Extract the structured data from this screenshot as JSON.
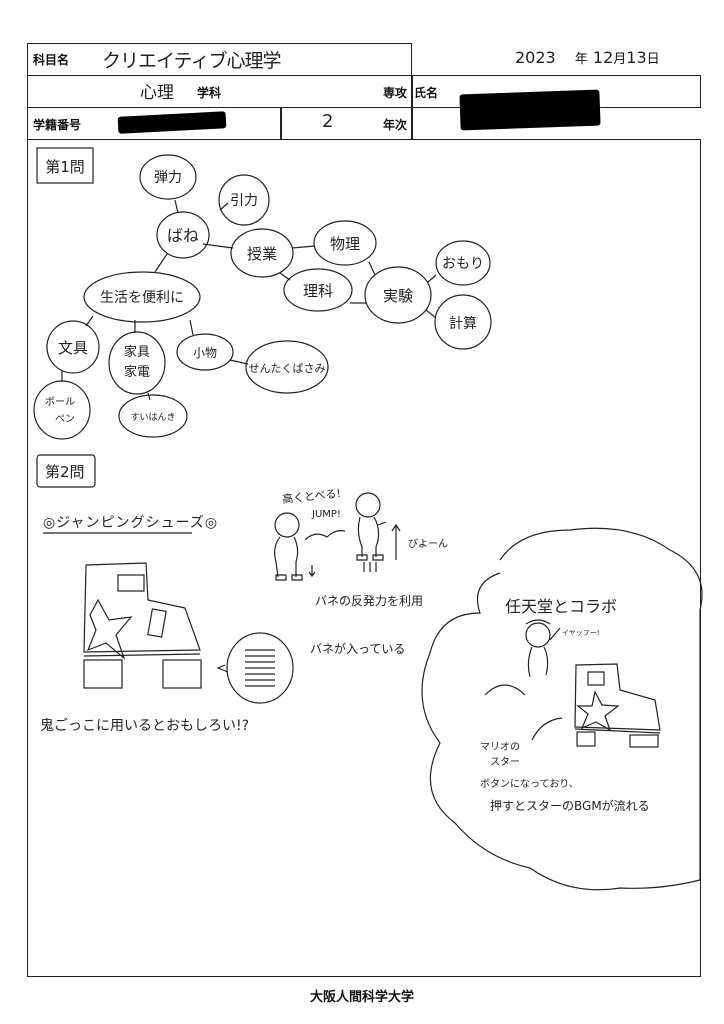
{
  "header": {
    "subject_label": "科目名",
    "subject_value": "クリエイティブ心理学",
    "date_year": "2023",
    "date_year_unit": "年",
    "date_month": "12",
    "date_month_unit": "月",
    "date_day": "13",
    "date_day_unit": "日",
    "department_value": "心理",
    "department_label": "学科",
    "major_label": "専攻",
    "name_label": "氏名",
    "student_id_label": "学籍番号",
    "grade_value": "2",
    "grade_label": "年次"
  },
  "q1": {
    "title": "第1問",
    "nodes": {
      "center": "ばね",
      "elastic": "弾力",
      "attraction": "引力",
      "class": "授業",
      "physics": "物理",
      "science": "理科",
      "experiment": "実験",
      "weight": "おもり",
      "calc": "計算",
      "life": "生活を便利に",
      "stationery": "文具",
      "furniture1": "家具",
      "furniture2": "家電",
      "small": "小物",
      "clothespin": "せんたくばさみ",
      "pen1": "ボール",
      "pen2": "ペン",
      "cooker": "すいはんき"
    }
  },
  "q2": {
    "title": "第2問",
    "heading": "◎ジャンピングシューズ◎",
    "jump_high": "高くとべる!",
    "jump": "JUMP!",
    "boing": "びよーん",
    "rebound": "バネの反発力を利用",
    "spring_inside": "バネが入っている",
    "tag": "鬼ごっこに用いるとおもしろい!?",
    "collab": "任天堂とコラボ",
    "yahoo": "イヤッフー!",
    "mario_star1": "マリオの",
    "mario_star2": "スター",
    "button1": "ボタンになっており、",
    "button2": "押すとスターのBGMが流れる"
  },
  "footer": {
    "university": "大阪人間科学大学"
  }
}
